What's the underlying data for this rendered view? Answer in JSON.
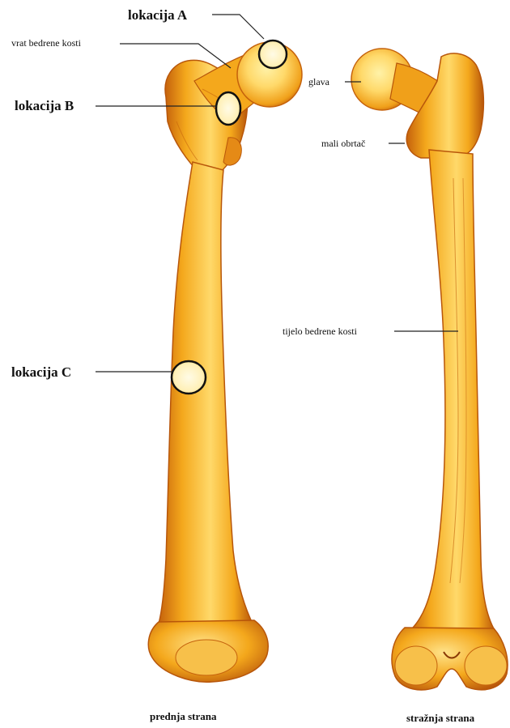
{
  "labels": {
    "location_a": "lokacija A",
    "location_b": "lokacija B",
    "location_c": "lokacija C",
    "neck": "vrat bedrene kosti",
    "head": "glava",
    "lesser_trochanter": "mali obrtač",
    "shaft": "tijelo bedrene kosti"
  },
  "captions": {
    "front": "prednja strana",
    "back": "stražnja strana"
  },
  "colors": {
    "bone_light": "#ffd96a",
    "bone_mid": "#f4a81c",
    "bone_dark": "#c5620c",
    "marker_stroke": "#111111",
    "marker_fill": "#fff4c8",
    "leader_line": "#222222"
  }
}
